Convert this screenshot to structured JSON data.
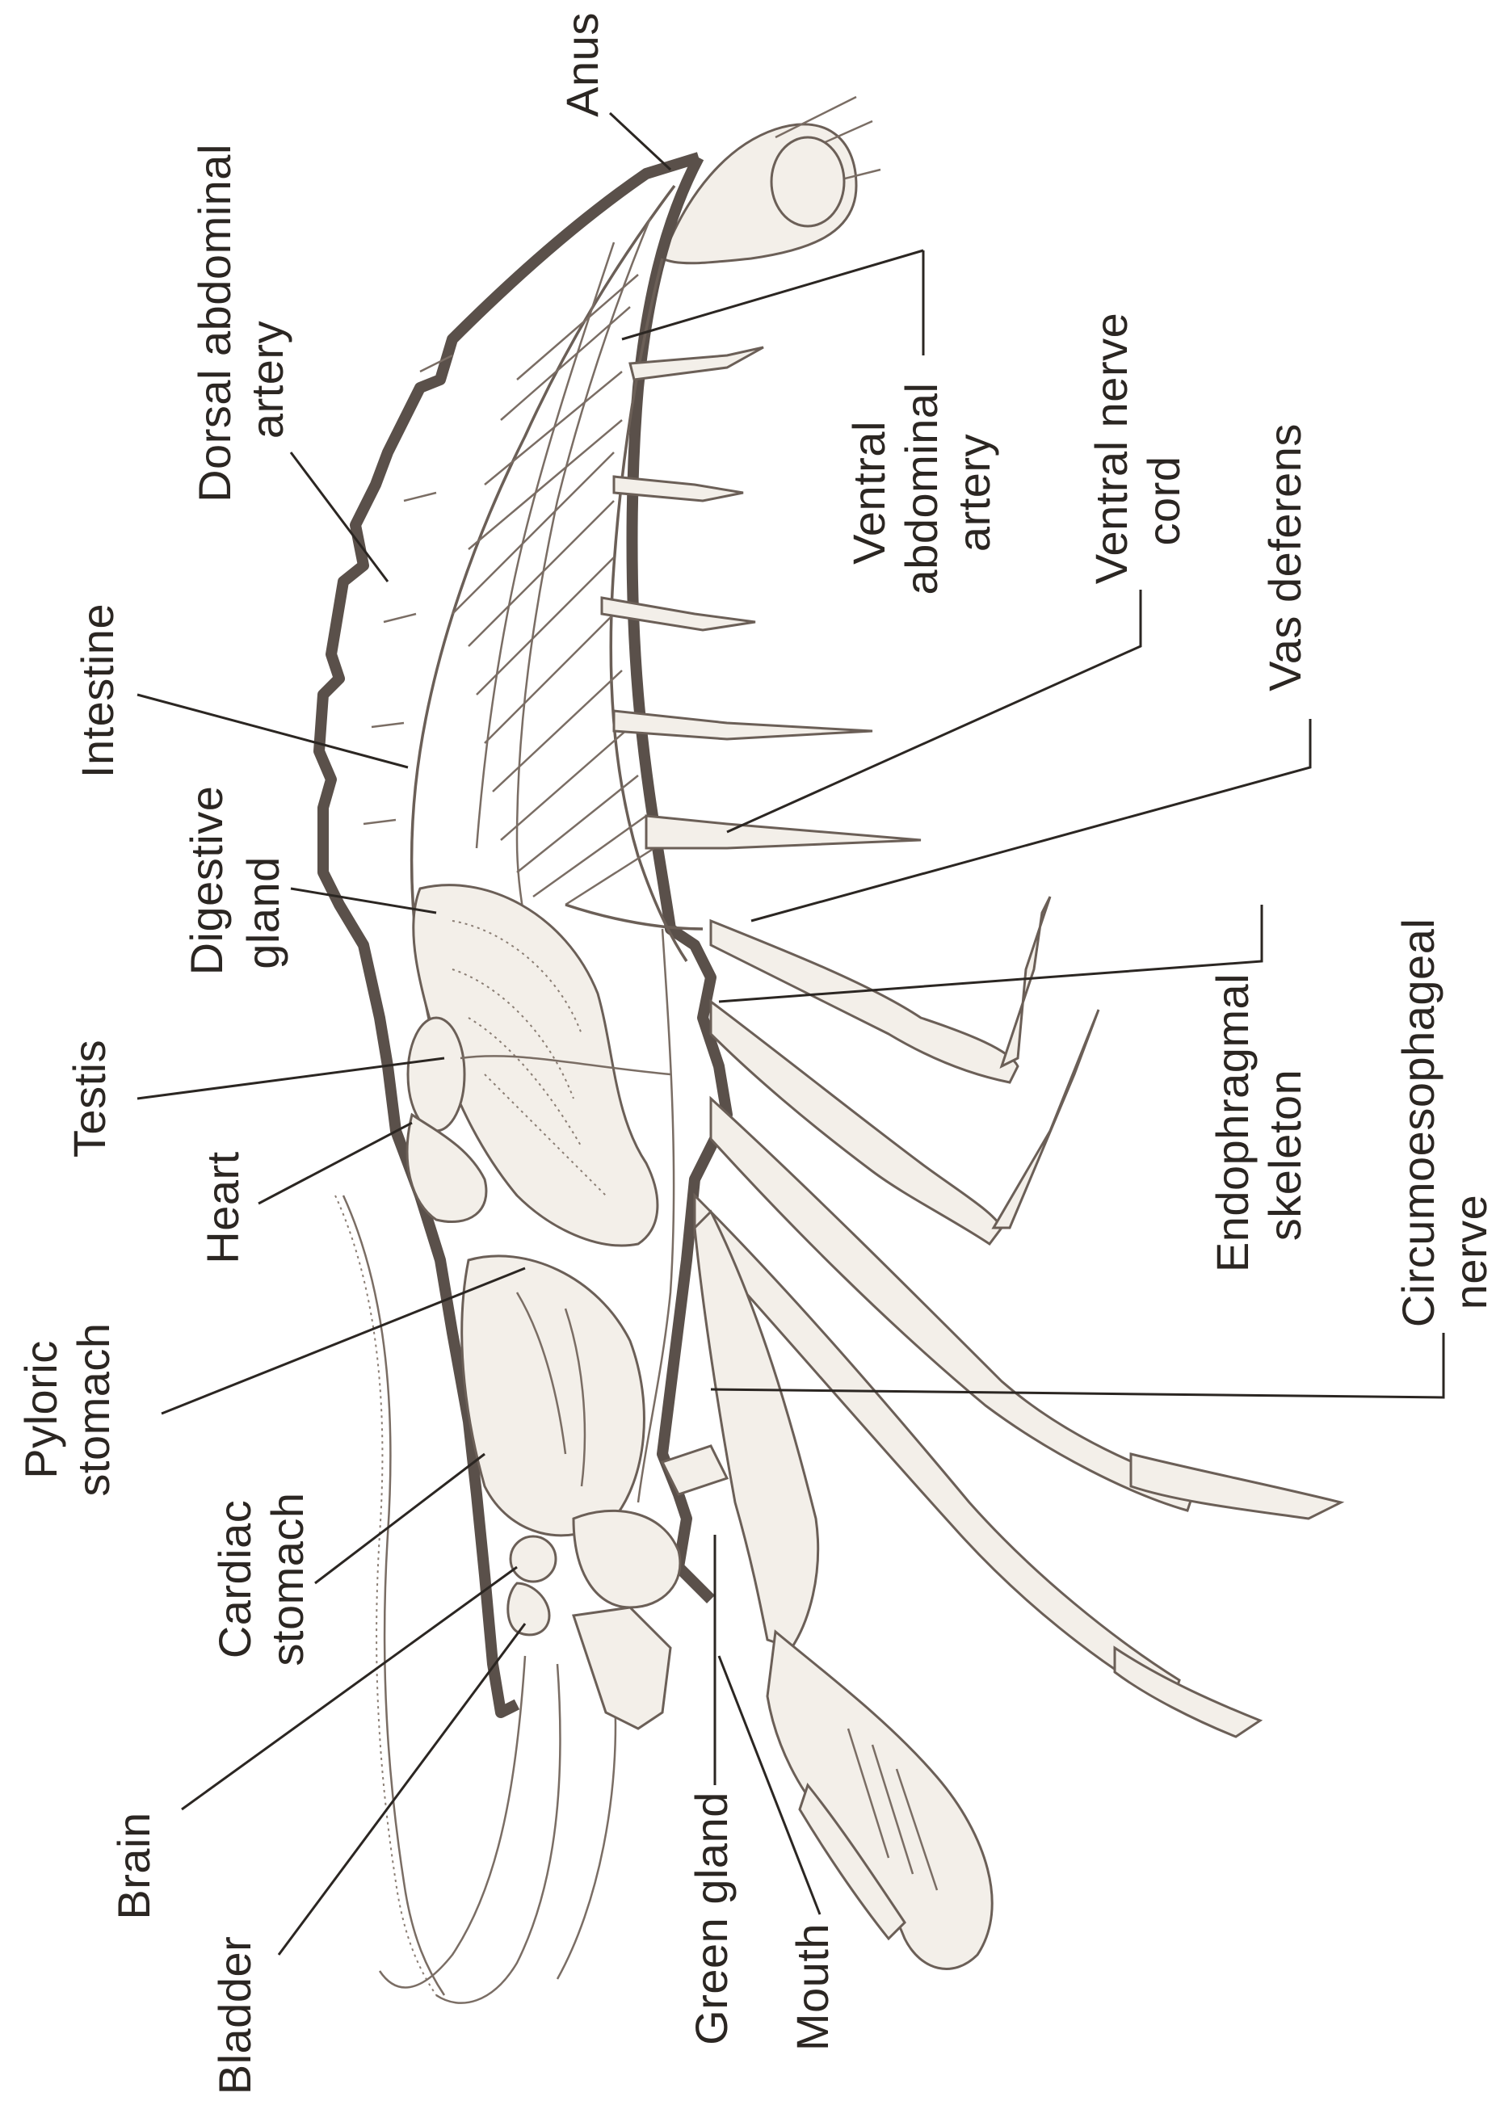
{
  "labels": {
    "anus": "Anus",
    "dorsal_abdominal_artery_1": "Dorsal abdominal",
    "dorsal_abdominal_artery_2": "artery",
    "ventral_abdominal_artery_1": "Ventral",
    "ventral_abdominal_artery_2": "abdominal",
    "ventral_abdominal_artery_3": "artery",
    "ventral_nerve_cord_1": "Ventral nerve",
    "ventral_nerve_cord_2": "cord",
    "vas_deferens": "Vas deferens",
    "intestine": "Intestine",
    "digestive_gland_1": "Digestive",
    "digestive_gland_2": "gland",
    "endophragmal_skeleton_1": "Endophragmal",
    "endophragmal_skeleton_2": "skeleton",
    "circumoesophageal_nerve_1": "Circumoesophageal",
    "circumoesophageal_nerve_2": "nerve",
    "testis": "Testis",
    "heart": "Heart",
    "pyloric_stomach_1": "Pyloric",
    "pyloric_stomach_2": "stomach",
    "cardiac_stomach_1": "Cardiac",
    "cardiac_stomach_2": "stomach",
    "brain": "Brain",
    "bladder": "Bladder",
    "green_gland": "Green gland",
    "mouth": "Mouth"
  },
  "colors": {
    "ink": "#2b2622",
    "shell": "#5a504a",
    "paper": "#ffffff",
    "organ_fill": "#f3efe9"
  }
}
